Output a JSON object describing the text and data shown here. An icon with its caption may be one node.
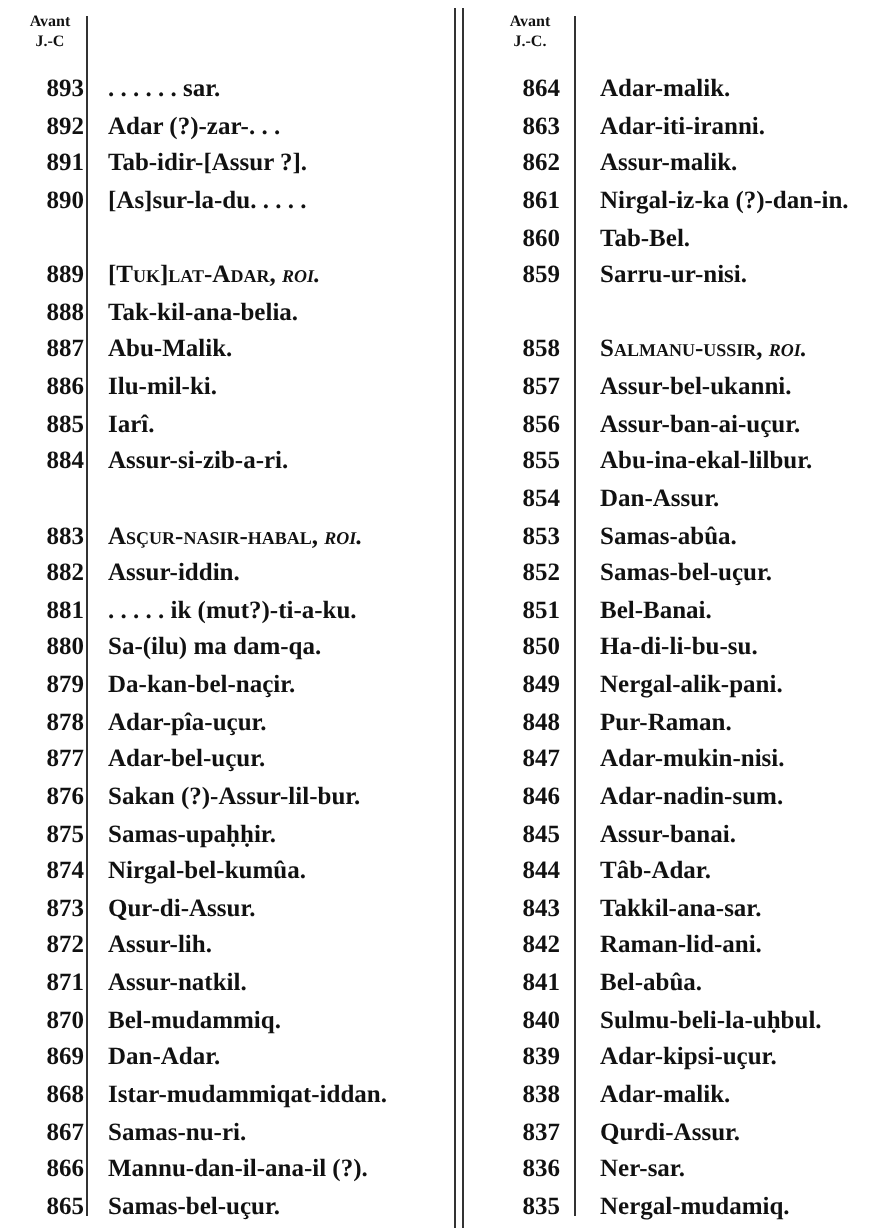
{
  "diagram": {
    "labels": [
      "Avant J.-C",
      "893",
      ". . . . . . sar.",
      "892",
      "Adar (?)-zar-. . .",
      "891",
      "Tab-idir-[Assur ?].",
      "890",
      "[As]sur-la-du. . . . .",
      "889",
      "[Tuk]lat-Adar, *roi.*",
      "888",
      "Tak-kil-ana-belia.",
      "887",
      "Abu-Malik.",
      "886",
      "Ilu-mil-ki.",
      "885",
      "Iarî.",
      "884",
      "Assur-si-zib-a-ri.",
      "883",
      "Asçur-nasir-habal, *roi.*",
      "882",
      "Assur-iddin.",
      "881",
      ". . . . . ik (mut?)-ti-a-ku.",
      "880",
      "Sa-(ilu) ma dam-qa.",
      "879",
      "Da-kan-bel-naçir.",
      "878",
      "Adar-pîa-uçur.",
      "877",
      "Adar-bel-uçur.",
      "876",
      "Sakan (?)-Assur-lil-bur.",
      "875",
      "Samas-upaḥḥir.",
      "874",
      "Nirgal-bel-kumûa.",
      "873",
      "Qur-di-Assur.",
      "872",
      "Assur-lih.",
      "871",
      "Assur-natkil.",
      "870",
      "Bel-mudammiq.",
      "869",
      "Dan-Adar.",
      "868",
      "Istar-mudammiqat-iddan.",
      "867",
      "Samas-nu-ri.",
      "866",
      "Mannu-dan-il-ana-il (?).",
      "865",
      "Samas-bel-uçur.",
      "Avant J.-C.",
      "864",
      "Adar-malik.",
      "863",
      "Adar-iti-iranni.",
      "862",
      "Assur-malik.",
      "861",
      "Nirgal-iz-ka (?)-dan-in.",
      "860",
      "Tab-Bel.",
      "859",
      "Sarru-ur-nisi.",
      "858",
      "Salmanu-ussir, *roi.*",
      "857",
      "Assur-bel-ukanni.",
      "856",
      "Assur-ban-ai-uçur.",
      "855",
      "Abu-ina-ekal-lilbur.",
      "854",
      "Dan-Assur.",
      "853",
      "Samas-abûa.",
      "852",
      "Samas-bel-uçur.",
      "851",
      "Bel-Banai.",
      "850",
      "Ha-di-li-bu-su.",
      "849",
      "Nergal-alik-pani.",
      "848",
      "Pur-Raman.",
      "847",
      "Adar-mukin-nisi.",
      "846",
      "Adar-nadin-sum.",
      "845",
      "Assur-banai.",
      "844",
      "Tâb-Adar.",
      "843",
      "Takkil-ana-sar.",
      "842",
      "Raman-lid-ani.",
      "841",
      "Bel-abûa.",
      "840",
      "Sulmu-beli-la-uḥbul.",
      "839",
      "Adar-kipsi-uçur.",
      "838",
      "Adar-malik.",
      "837",
      "Qurdi-Assur.",
      "836",
      "Ner-sar.",
      "835",
      "Nergal-mudamiq."
    ]
  }
}
